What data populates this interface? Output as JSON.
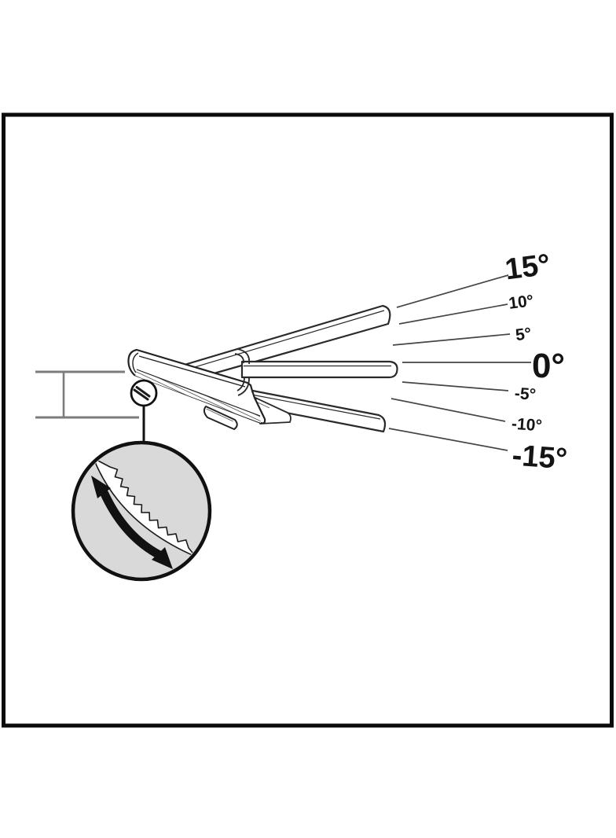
{
  "diagram": {
    "description": "Luminaire mounting bracket tilt-adjustment diagram",
    "angle_labels": [
      {
        "name": "angle-plus-15",
        "text": "15°"
      },
      {
        "name": "angle-plus-10",
        "text": "10°"
      },
      {
        "name": "angle-plus-5",
        "text": "5°"
      },
      {
        "name": "angle-zero",
        "text": "0°"
      },
      {
        "name": "angle-minus-5",
        "text": "-5°"
      },
      {
        "name": "angle-minus-10",
        "text": "-10°"
      },
      {
        "name": "angle-minus-15",
        "text": "-15°"
      }
    ],
    "icons": {
      "adjustment_arrow": "double-headed-curved-arrow",
      "detail_view": "magnifier-detail-circle",
      "serration": "sawtooth-rack"
    },
    "colors": {
      "ink": "#1a1a1a",
      "pole_gray": "#7c7c7c",
      "detail_fill": "#d9d9d9",
      "frame": "#0b0b0b",
      "background": "#ffffff"
    }
  }
}
